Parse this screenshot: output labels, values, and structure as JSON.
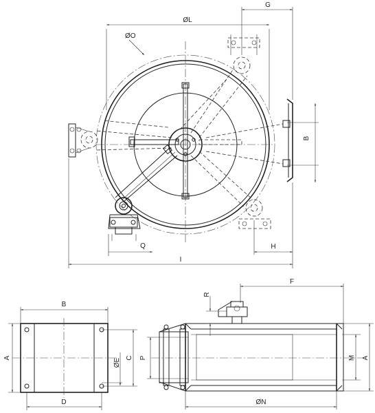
{
  "labels": {
    "G": "G",
    "L": "ØL",
    "O": "ØO",
    "B_top": "B",
    "Q": "Q",
    "H": "H",
    "I": "I",
    "F": "F",
    "R": "R",
    "B_side": "B",
    "A_left": "A",
    "C": "C",
    "E": "ØE",
    "D": "D",
    "P": "P",
    "M": "M",
    "A_right": "A",
    "N": "ØN"
  }
}
